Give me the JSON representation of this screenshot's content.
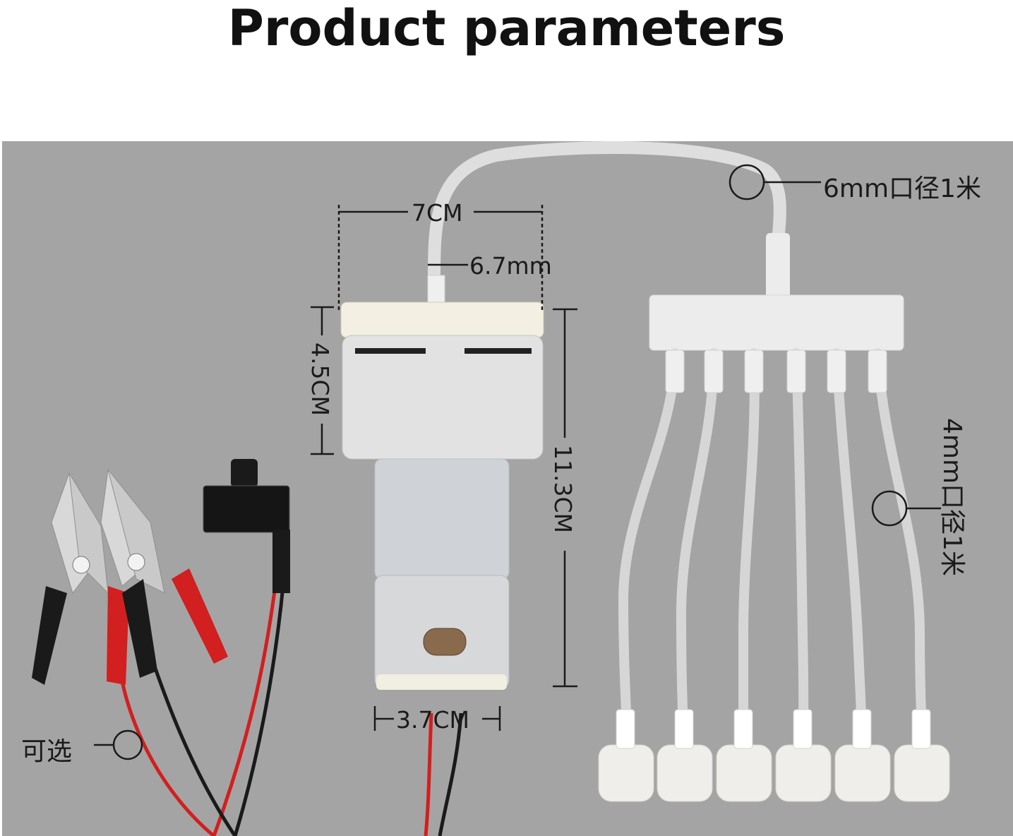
{
  "title": "Product parameters",
  "labels": {
    "tube_main": "6mm口径1米",
    "width_pump": "7CM",
    "outlet": "6.7mm",
    "head_height": "4.5CM",
    "total_height": "11.3CM",
    "motor_width": "3.7CM",
    "tube_branch": "4mm口径1米",
    "optional": "可选"
  },
  "colors": {
    "background": "#a4a4a4",
    "red_wire": "#d21f1f",
    "black_wire": "#1a1a1a",
    "pump_body": "#dedede"
  }
}
